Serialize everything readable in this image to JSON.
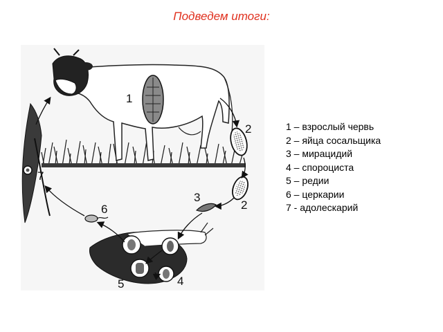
{
  "title": "Подведем итоги:",
  "legend": [
    "1 – взрослый червь",
    "2 – яйца сосальщика",
    "3 – мирацидий",
    "4 – спороциста",
    "5 – редии",
    "6 – церкарии",
    "7 - адолескарий"
  ],
  "stage_numbers": {
    "adult": "1",
    "egg_top": "2",
    "egg_bottom": "2",
    "miracidium": "3",
    "sporocyst": "4",
    "redia": "5",
    "cercaria": "6",
    "adolescaria": "7"
  }
}
